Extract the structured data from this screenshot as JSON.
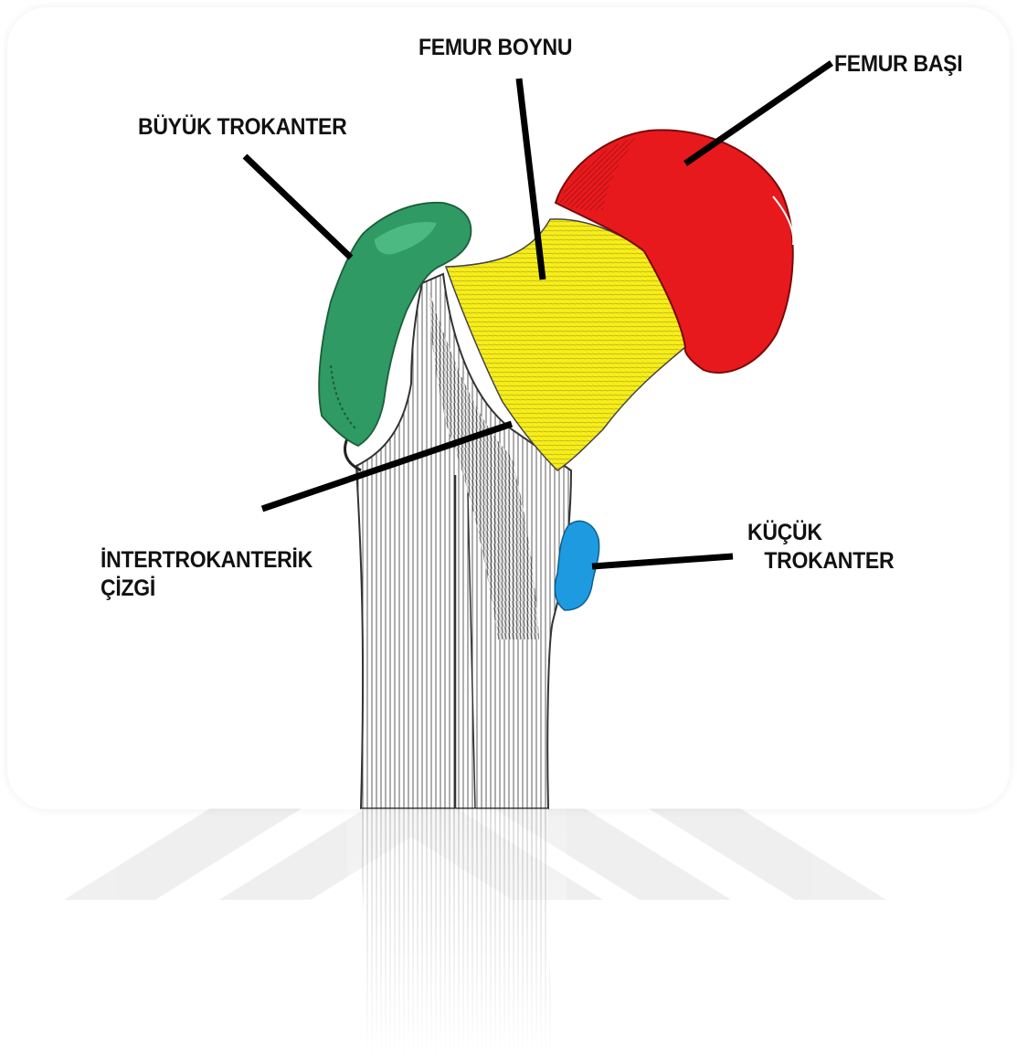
{
  "labels": {
    "femur_boynu": "FEMUR BOYNU",
    "femur_basi": "FEMUR BAŞI",
    "buyuk_trokanter": "BÜYÜK TROKANTER",
    "intertrokanterik_cizgi": [
      "İNTERTROKANTERİK",
      "ÇİZGİ"
    ],
    "kucuk_trokanter": [
      "KÜÇÜK",
      "TROKANTER"
    ]
  },
  "colors": {
    "femur_basi": "#e8191c",
    "femur_boynu": "#f7ee1a",
    "buyuk_trokanter": "#2f9a63",
    "kucuk_trokanter": "#1e9be0",
    "leader_line": "#000000"
  }
}
